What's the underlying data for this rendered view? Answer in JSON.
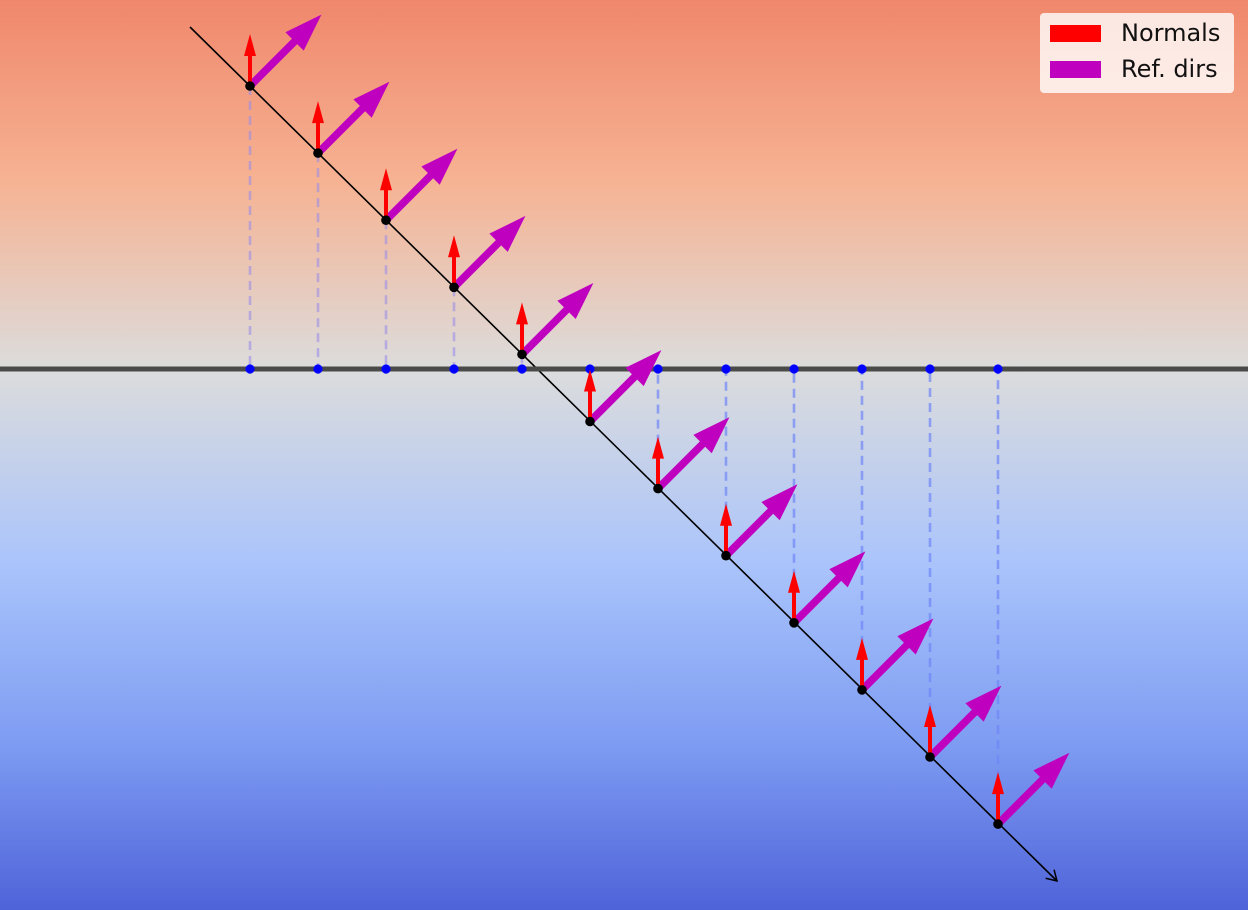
{
  "legend": {
    "items": [
      {
        "label": "Normals",
        "color": "#ff0000"
      },
      {
        "label": "Ref. dirs",
        "color": "#bf00bf"
      }
    ],
    "placement": "top-right"
  },
  "colors": {
    "background_top": "#f0876c",
    "background_middle": "#dcdcdc",
    "background_bottom": "#4f63d9",
    "horizon_line": "#4a4a4a",
    "diagonal_line": "#000000",
    "points": "#000000",
    "projected_points": "#0000ff",
    "normals": "#ff0000",
    "ref_dirs": "#bf00bf"
  },
  "diagram": {
    "point_count": 12,
    "normal_direction": "up",
    "ref_dir_direction": "up-right"
  }
}
